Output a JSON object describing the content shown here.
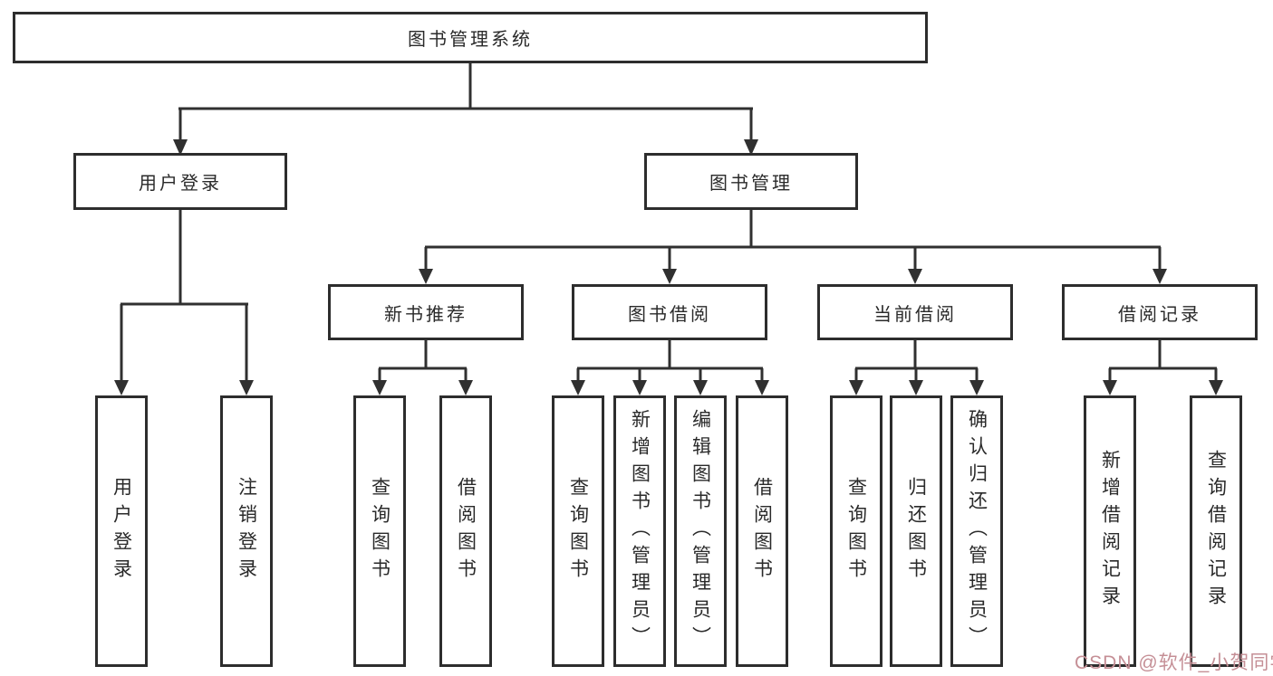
{
  "tree": {
    "root": {
      "label": "图书管理系统"
    },
    "branches": [
      {
        "label": "用户登录",
        "children": [
          {
            "label": "用户登录"
          },
          {
            "label": "注销登录"
          }
        ]
      },
      {
        "label": "图书管理",
        "sections": [
          {
            "label": "新书推荐",
            "children": [
              {
                "label": "查询图书"
              },
              {
                "label": "借阅图书"
              }
            ]
          },
          {
            "label": "图书借阅",
            "children": [
              {
                "label": "查询图书"
              },
              {
                "label": "新增图书（管理员）"
              },
              {
                "label": "编辑图书（管理员）"
              },
              {
                "label": "借阅图书"
              }
            ]
          },
          {
            "label": "当前借阅",
            "children": [
              {
                "label": "查询图书"
              },
              {
                "label": "归还图书"
              },
              {
                "label": "确认归还（管理员）"
              }
            ]
          },
          {
            "label": "借阅记录",
            "children": [
              {
                "label": "新增借阅记录"
              },
              {
                "label": "查询借阅记录"
              }
            ]
          }
        ]
      }
    ]
  },
  "watermark": {
    "text": "CSDN @软件_小贺同学"
  },
  "colors": {
    "line": "#303030",
    "box_border": "#2d2d2d",
    "box_background": "#ffffff",
    "label_text": "#2a2a2a",
    "watermark": "#c58f96",
    "background": "#ffffff"
  }
}
